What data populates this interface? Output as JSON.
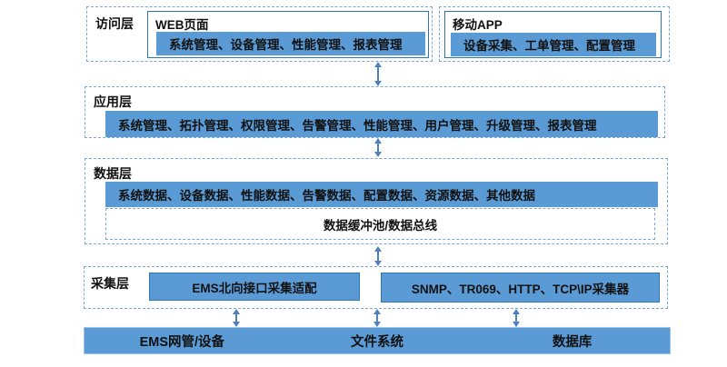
{
  "colors": {
    "fill_blue": "#5b9bd5",
    "border_dark": "#2e75b6",
    "dashed_blue": "#7ba7d7",
    "bar_border": "#9dc3e6",
    "arrow": "#4f81bd",
    "text": "#111111"
  },
  "layers": {
    "access": {
      "label": "访问层",
      "web": {
        "title": "WEB页面",
        "items": "系统管理、设备管理、性能管理、报表管理"
      },
      "mobile": {
        "title": "移动APP",
        "items": "设备采集、工单管理、配置管理"
      }
    },
    "application": {
      "label": "应用层",
      "items": "系统管理、拓扑管理、权限管理、告警管理、性能管理、用户管理、升级管理、报表管理"
    },
    "data": {
      "label": "数据层",
      "items": "系统数据、设备数据、性能数据、告警数据、配置数据、资源数据、其他数据",
      "bus": "数据缓冲池/数据总线"
    },
    "collection": {
      "label": "采集层",
      "adapter": "EMS北向接口采集适配",
      "collectors": "SNMP、TR069、HTTP、TCP\\IP采集器"
    },
    "resources": {
      "items": [
        "EMS网管/设备",
        "文件系统",
        "数据库"
      ]
    }
  }
}
